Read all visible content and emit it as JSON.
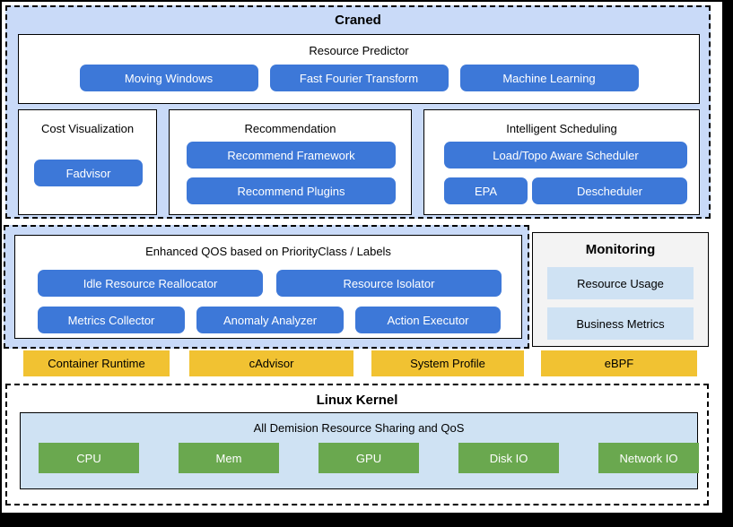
{
  "colors": {
    "accent_blue": "#3d78d8",
    "light_blue_bg": "#c9daf8",
    "pale_blue": "#cfe2f3",
    "yellow": "#f1c232",
    "green": "#6aa84f",
    "monitoring_bg": "#f3f3f3"
  },
  "craned": {
    "title": "Craned",
    "resource_predictor": {
      "title": "Resource Predictor",
      "buttons": [
        "Moving Windows",
        "Fast Fourier Transform",
        "Machine Learning"
      ]
    },
    "cost_visualization": {
      "title": "Cost Visualization",
      "buttons": [
        "Fadvisor"
      ]
    },
    "recommendation": {
      "title": "Recommendation",
      "buttons": [
        "Recommend Framework",
        "Recommend Plugins"
      ]
    },
    "intelligent_scheduling": {
      "title": "Intelligent Scheduling",
      "wide_button": "Load/Topo Aware Scheduler",
      "buttons": [
        "EPA",
        "Descheduler"
      ]
    }
  },
  "qos": {
    "title": "Enhanced QOS based on PriorityClass / Labels",
    "row1": [
      "Idle Resource Reallocator",
      "Resource Isolator"
    ],
    "row2": [
      "Metrics Collector",
      "Anomaly Analyzer",
      "Action Executor"
    ]
  },
  "monitoring": {
    "title": "Monitoring",
    "items": [
      "Resource Usage",
      "Business Metrics"
    ]
  },
  "runtime_row": [
    "Container Runtime",
    "cAdvisor",
    "System Profile",
    "eBPF"
  ],
  "linux_kernel": {
    "title": "Linux Kernel",
    "inner_title": "All Demision Resource Sharing and QoS",
    "resources": [
      "CPU",
      "Mem",
      "GPU",
      "Disk IO",
      "Network IO"
    ]
  }
}
